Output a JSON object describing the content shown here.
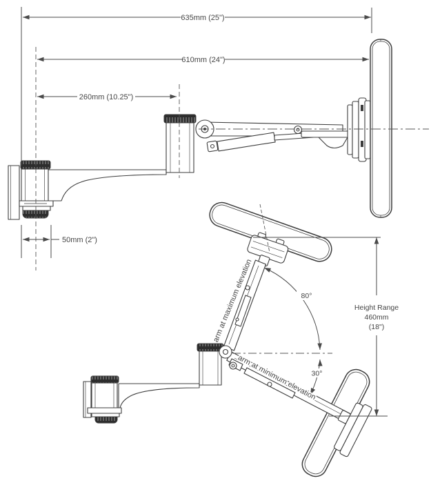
{
  "drawing": {
    "title": "monitor-arm-dimensional-drawing",
    "dims": {
      "overall": "635mm (25\")",
      "reach": "610mm (24\")",
      "front_arm": "260mm (10.25\")",
      "wall_offset": "50mm (2\")"
    },
    "height_range": {
      "label": "Height Range",
      "mm": "460mm",
      "inches": "(18\")"
    },
    "angles": {
      "max": "80°",
      "min": "30°"
    },
    "labels": {
      "arm_max": "arm at maximum elevation",
      "arm_min": "arm at minimum elevation"
    }
  },
  "colors": {
    "line": "#3c3c3c",
    "dimension": "#4a4a4a",
    "text": "#454545",
    "knurl_fill": "#2d2d2d",
    "background": "#ffffff"
  }
}
